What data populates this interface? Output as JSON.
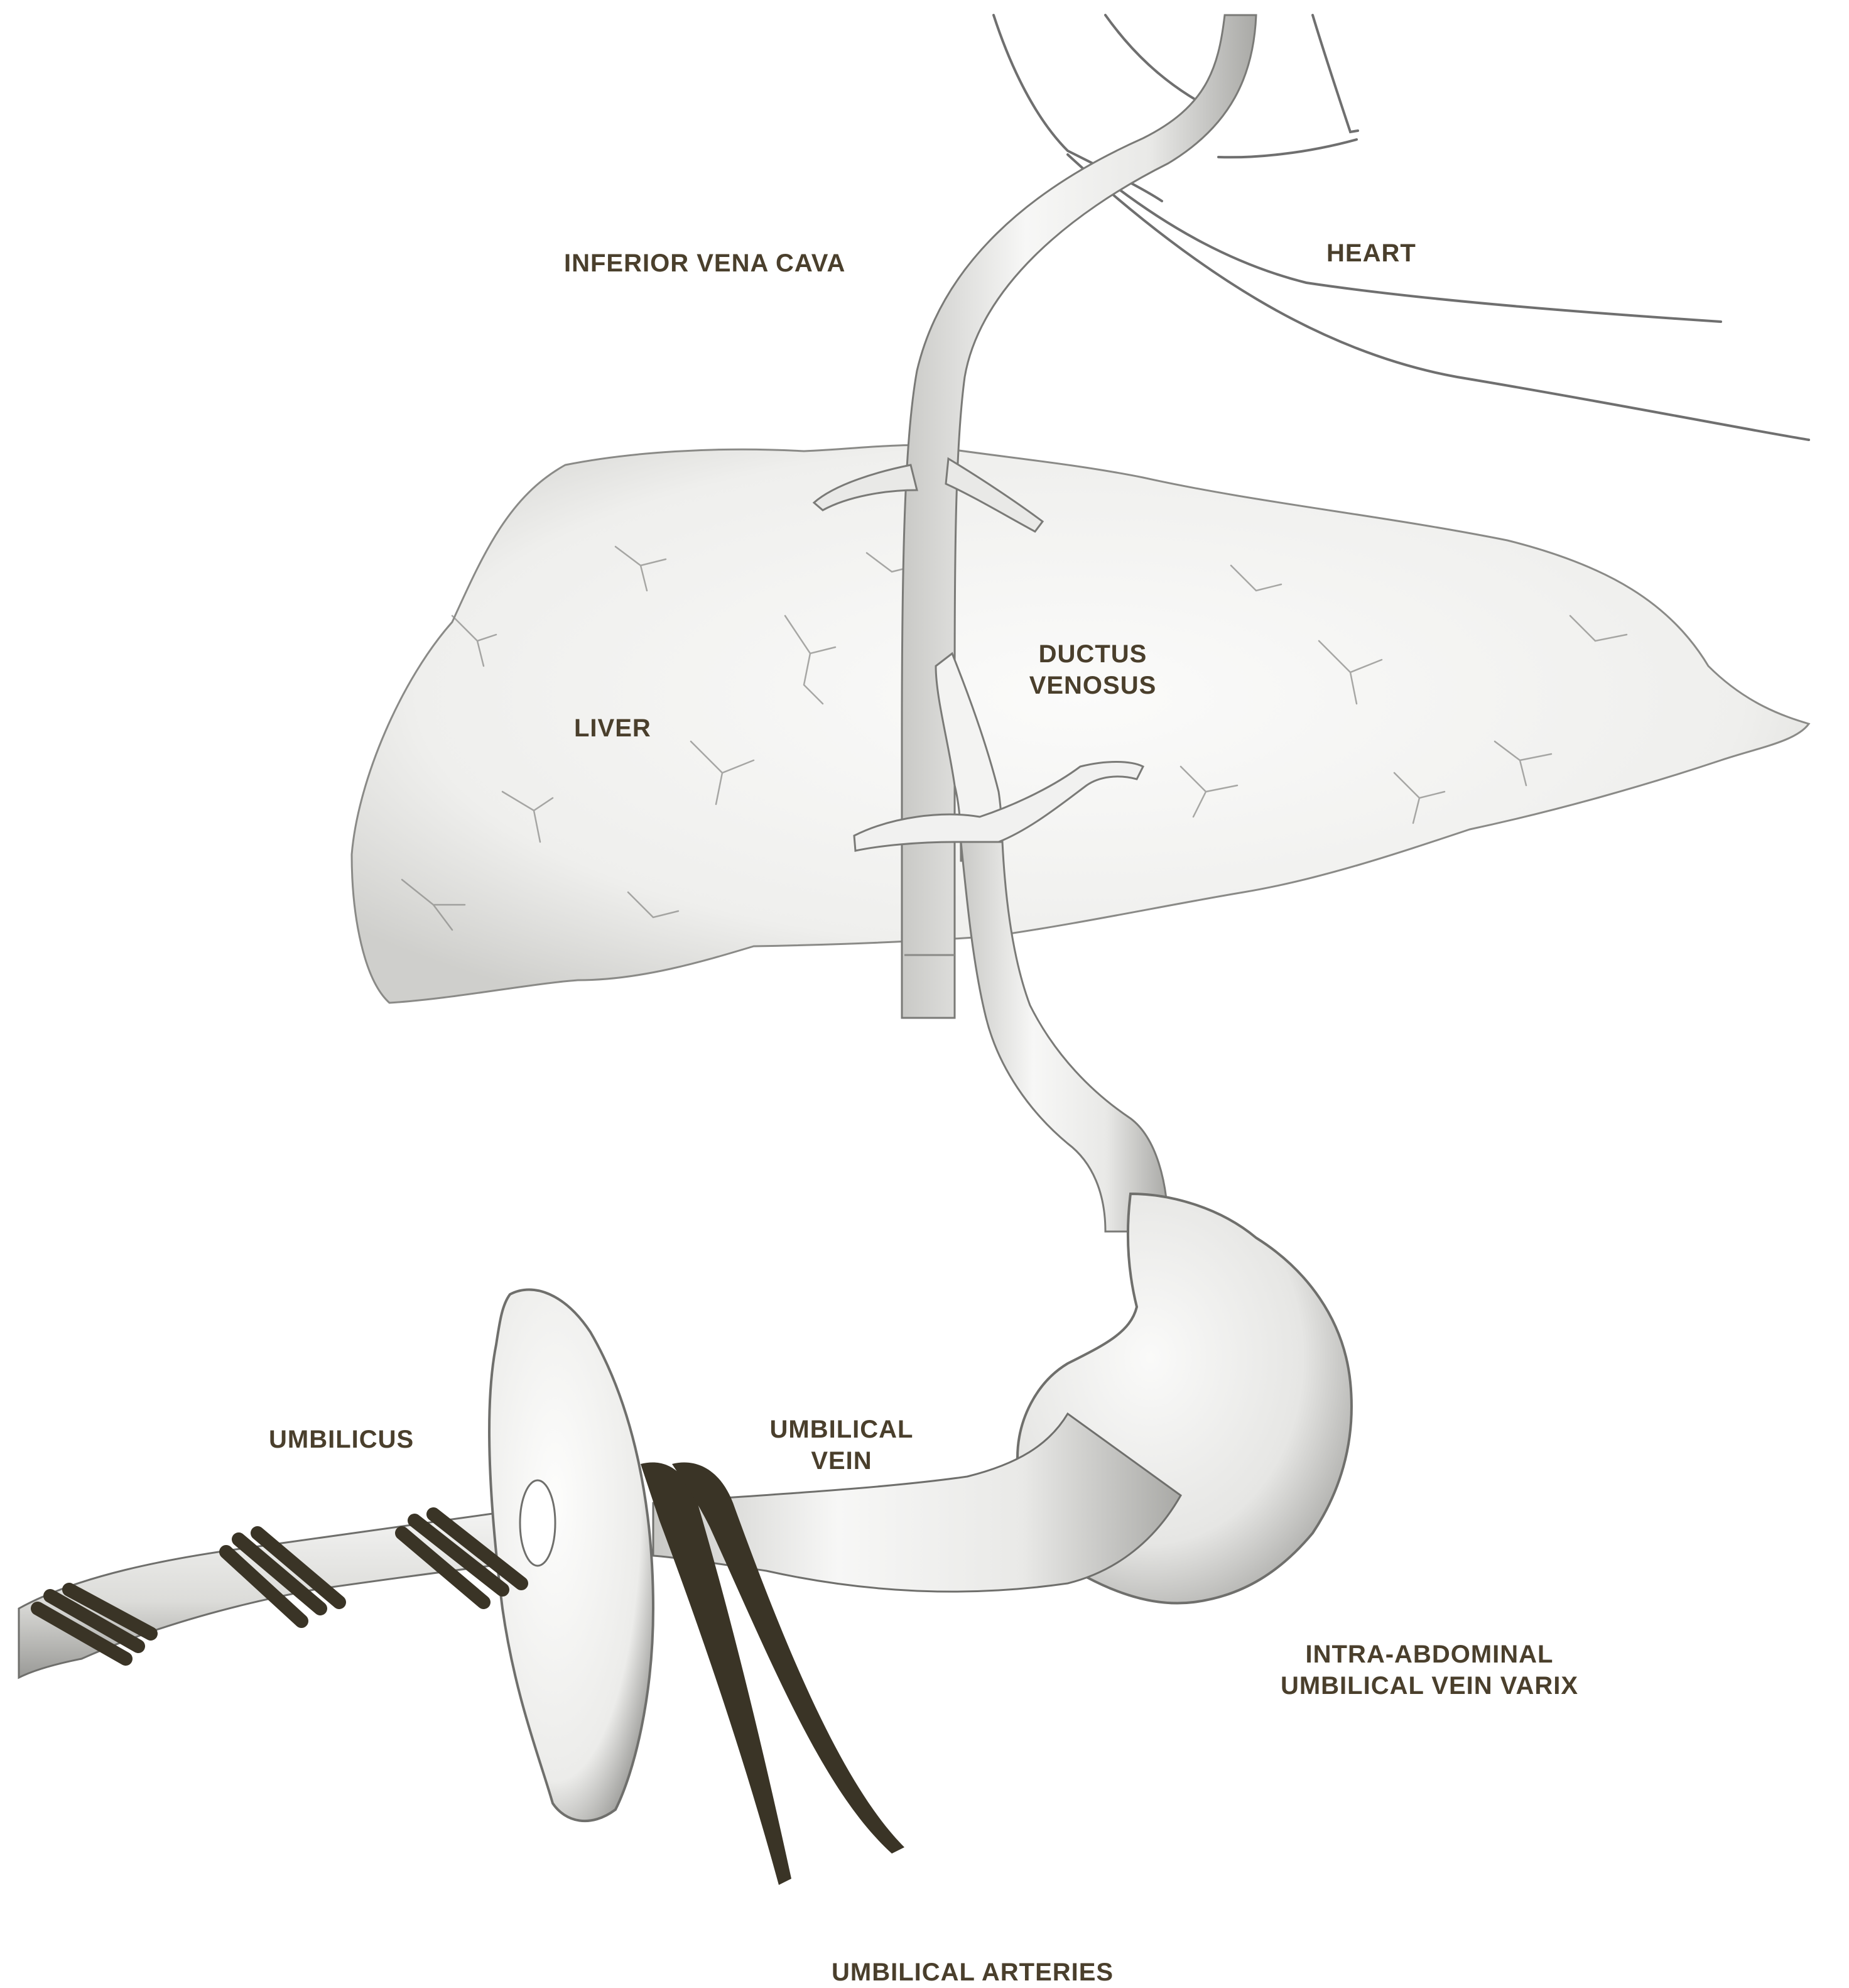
{
  "labels": {
    "inferior_vena_cava": "INFERIOR VENA CAVA",
    "heart": "HEART",
    "ductus_venosus_line1": "DUCTUS",
    "ductus_venosus_line2": "VENOSUS",
    "liver": "LIVER",
    "umbilicus": "UMBILICUS",
    "umbilical_vein_line1": "UMBILICAL",
    "umbilical_vein_line2": "VEIN",
    "varix_line1": "INTRA-ABDOMINAL",
    "varix_line2": "UMBILICAL VEIN VARIX",
    "umbilical_arteries": "UMBILICAL ARTERIES"
  },
  "colors": {
    "label_text": "#4a3f2c",
    "organ_fill": "#f1f1ef",
    "organ_outline": "#6f6f6f",
    "artery_dark": "#3a3426",
    "background": "#ffffff"
  }
}
